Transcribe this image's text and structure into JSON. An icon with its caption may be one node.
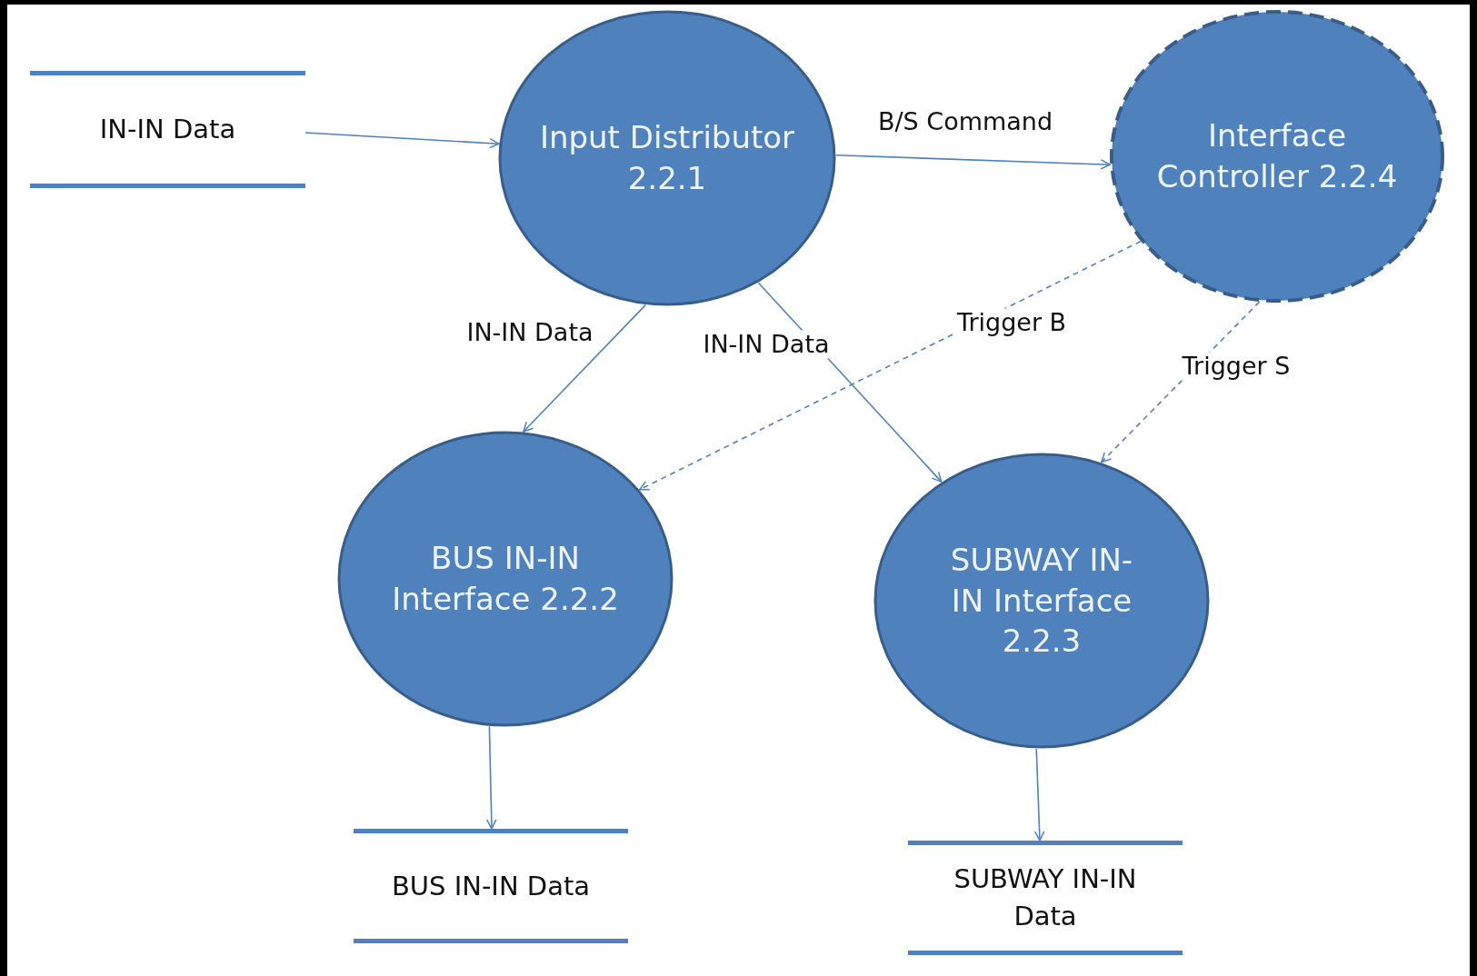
{
  "diagram": {
    "nodes": [
      {
        "text": [
          "IN-IN Data"
        ]
      },
      {
        "text": [
          "Input Distributor 2.2.1"
        ]
      },
      {
        "text": [
          "Interface Controller 2.2.4"
        ]
      },
      {
        "text": [
          "BUS IN-IN Interface 2.2.2"
        ]
      },
      {
        "text": [
          "SUBWAY IN-IN Interface 2.2.3"
        ]
      },
      {
        "text": [
          "BUS IN-IN Data"
        ]
      },
      {
        "text": [
          "SUBWAY IN-IN Data"
        ]
      }
    ],
    "edges": [
      {
        "from": 0,
        "to": 1,
        "arrow": "to"
      },
      {
        "from": 1,
        "to": 2,
        "arrow": "to",
        "label": "B/S Command"
      },
      {
        "from": 1,
        "to": 3,
        "arrow": "to",
        "label": "IN-IN Data"
      },
      {
        "from": 1,
        "to": 4,
        "arrow": "to",
        "label": "IN-IN Data"
      },
      {
        "from": 2,
        "to": 3,
        "arrow": "to",
        "label": "Trigger B",
        "style": "dashed"
      },
      {
        "from": 2,
        "to": 4,
        "arrow": "to",
        "label": "Trigger S",
        "style": "dashed"
      },
      {
        "from": 3,
        "to": 5,
        "arrow": "to"
      },
      {
        "from": 4,
        "to": 6,
        "arrow": "to"
      }
    ]
  }
}
